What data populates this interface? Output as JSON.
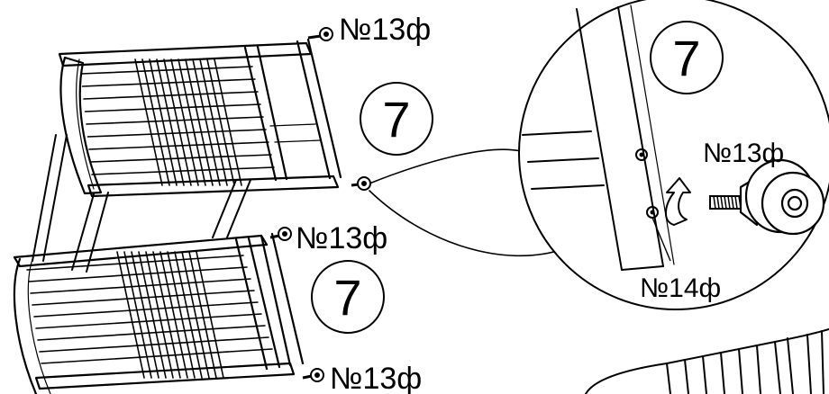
{
  "labels": {
    "top_caster": "№13ф",
    "inset_caster": "№13ф",
    "inset_bolt": "№14ф",
    "mid_caster": "№13ф",
    "bottom_caster": "№13ф"
  },
  "part_markers": {
    "main_upper": "7",
    "main_lower": "7",
    "inset": "7"
  },
  "colors": {
    "ink": "#000000",
    "paper": "#ffffff"
  },
  "icons": [
    "caster-wheel-icon",
    "rotate-arrow-icon",
    "bolt-icon"
  ]
}
